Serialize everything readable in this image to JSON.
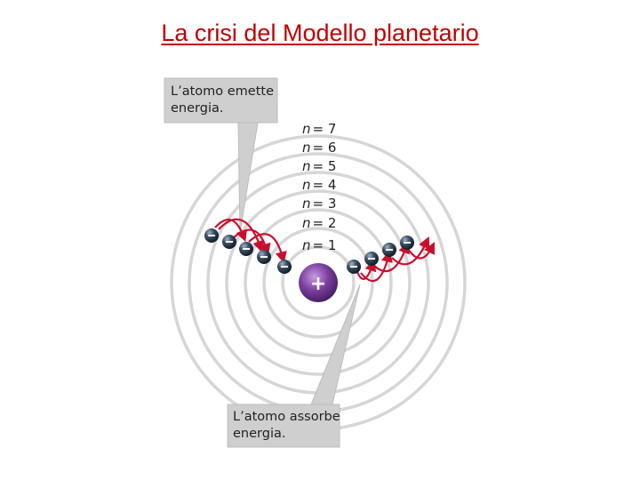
{
  "title": "La crisi del Modello planetario",
  "orbit_labels": [
    "n = 7",
    "n = 6",
    "n = 5",
    "n = 4",
    "n = 3",
    "n = 2",
    "n = 1"
  ],
  "orbit_label_parts": [
    {
      "var": "n",
      "val": "= 7"
    },
    {
      "var": "n",
      "val": "= 6"
    },
    {
      "var": "n",
      "val": "= 5"
    },
    {
      "var": "n",
      "val": "= 4"
    },
    {
      "var": "n",
      "val": "= 3"
    },
    {
      "var": "n",
      "val": "= 2"
    },
    {
      "var": "n",
      "val": "= 1"
    }
  ],
  "nucleus_symbol": "+",
  "callout_emit": {
    "line1": "L’atomo emette",
    "line2": "energia."
  },
  "callout_absorb": {
    "line1": "L’atomo assorbe",
    "line2": "energia."
  },
  "colors": {
    "title": "#c00000",
    "arrow": "#c8102e",
    "nucleus": "#7b3f9e",
    "electron": "#2f3f52",
    "ring": "#d6d6d6",
    "callout": "#cfcfcf"
  }
}
